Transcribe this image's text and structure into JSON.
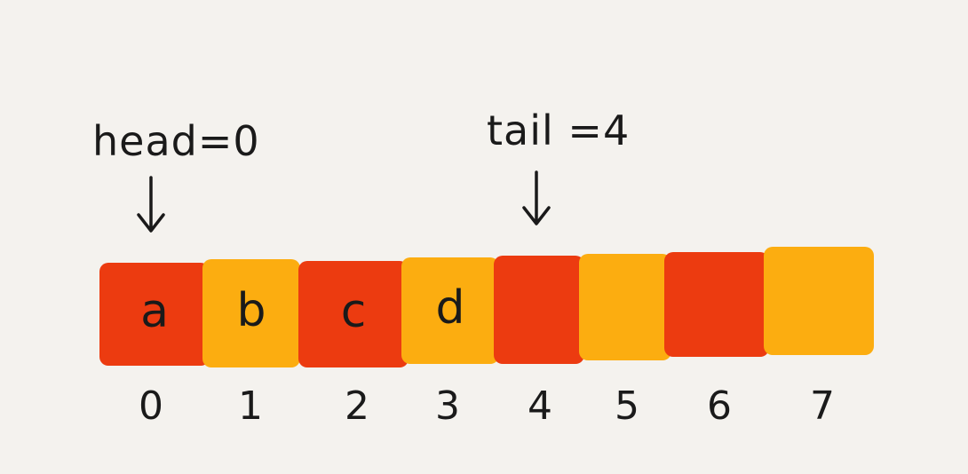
{
  "colors": {
    "background": "#f4f2ee",
    "red": "#ec3b10",
    "yellow": "#fcad10",
    "ink": "#1a1a1a"
  },
  "pointers": {
    "head": "head=0",
    "tail": "tail =4"
  },
  "cells": [
    {
      "index": "0",
      "value": "a",
      "color": "red"
    },
    {
      "index": "1",
      "value": "b",
      "color": "yellow"
    },
    {
      "index": "2",
      "value": "c",
      "color": "red"
    },
    {
      "index": "3",
      "value": "d",
      "color": "yellow"
    },
    {
      "index": "4",
      "value": "",
      "color": "red"
    },
    {
      "index": "5",
      "value": "",
      "color": "yellow"
    },
    {
      "index": "6",
      "value": "",
      "color": "red"
    },
    {
      "index": "7",
      "value": "",
      "color": "yellow"
    }
  ]
}
